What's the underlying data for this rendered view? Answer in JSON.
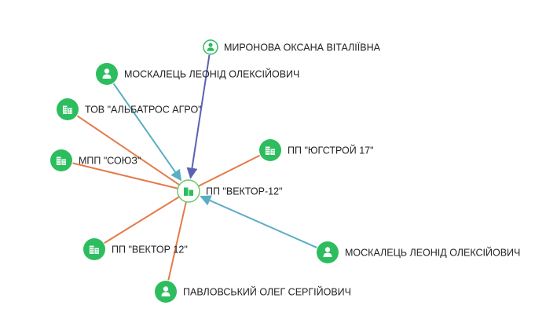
{
  "graph": {
    "colors": {
      "node_fill": "#2dbd5f",
      "center_fill": "#ffffff",
      "center_stroke": "#6cc870",
      "founder_edge": "#e57b4a",
      "owner_edge": "#5aaec4",
      "director_edge": "#5a62b4",
      "icon_color": "#ffffff"
    },
    "nodes": [
      {
        "id": "n-myronova",
        "label": "МИРОНОВА ОКСАНА ВІТАЛІЇВНА",
        "kind": "person",
        "style": "outline"
      },
      {
        "id": "n-moskalets-1",
        "label": "МОСКАЛЕЦЬ ЛЕОНІД ОЛЕКСІЙОВИЧ",
        "kind": "person",
        "style": "filled"
      },
      {
        "id": "n-albatros",
        "label": "ТОВ \"АЛЬБАТРОС АГРО\"",
        "kind": "company",
        "style": "filled"
      },
      {
        "id": "n-yugstroy",
        "label": "ПП \"ЮГСТРОЙ 17\"",
        "kind": "company",
        "style": "filled"
      },
      {
        "id": "n-soyuz",
        "label": "МПП \"СОЮЗ\"",
        "kind": "company",
        "style": "filled"
      },
      {
        "id": "n-vektor-center",
        "label": "ПП \"ВЕКТОР-12\"",
        "kind": "company",
        "style": "center"
      },
      {
        "id": "n-vektor12",
        "label": "ПП \"ВЕКТОР 12\"",
        "kind": "company",
        "style": "filled"
      },
      {
        "id": "n-moskalets-2",
        "label": "МОСКАЛЕЦЬ ЛЕОНІД ОЛЕКСІЙОВИЧ",
        "kind": "person",
        "style": "filled"
      },
      {
        "id": "n-pavlovskyi",
        "label": "ПАВЛОВСЬКИЙ ОЛЕГ СЕРГІЙОВИЧ",
        "kind": "person",
        "style": "filled"
      }
    ],
    "edges": [
      {
        "from": "n-myronova",
        "to": "n-vektor-center",
        "type": "director",
        "arrow": true
      },
      {
        "from": "n-moskalets-1",
        "to": "n-vektor-center",
        "type": "owner",
        "arrow": true
      },
      {
        "from": "n-moskalets-2",
        "to": "n-vektor-center",
        "type": "owner",
        "arrow": true
      },
      {
        "from": "n-albatros",
        "to": "n-vektor-center",
        "type": "founder",
        "arrow": false
      },
      {
        "from": "n-soyuz",
        "to": "n-vektor-center",
        "type": "founder",
        "arrow": false
      },
      {
        "from": "n-yugstroy",
        "to": "n-vektor-center",
        "type": "founder",
        "arrow": false
      },
      {
        "from": "n-vektor12",
        "to": "n-vektor-center",
        "type": "founder",
        "arrow": false
      },
      {
        "from": "n-pavlovskyi",
        "to": "n-vektor-center",
        "type": "founder",
        "arrow": false
      }
    ]
  }
}
